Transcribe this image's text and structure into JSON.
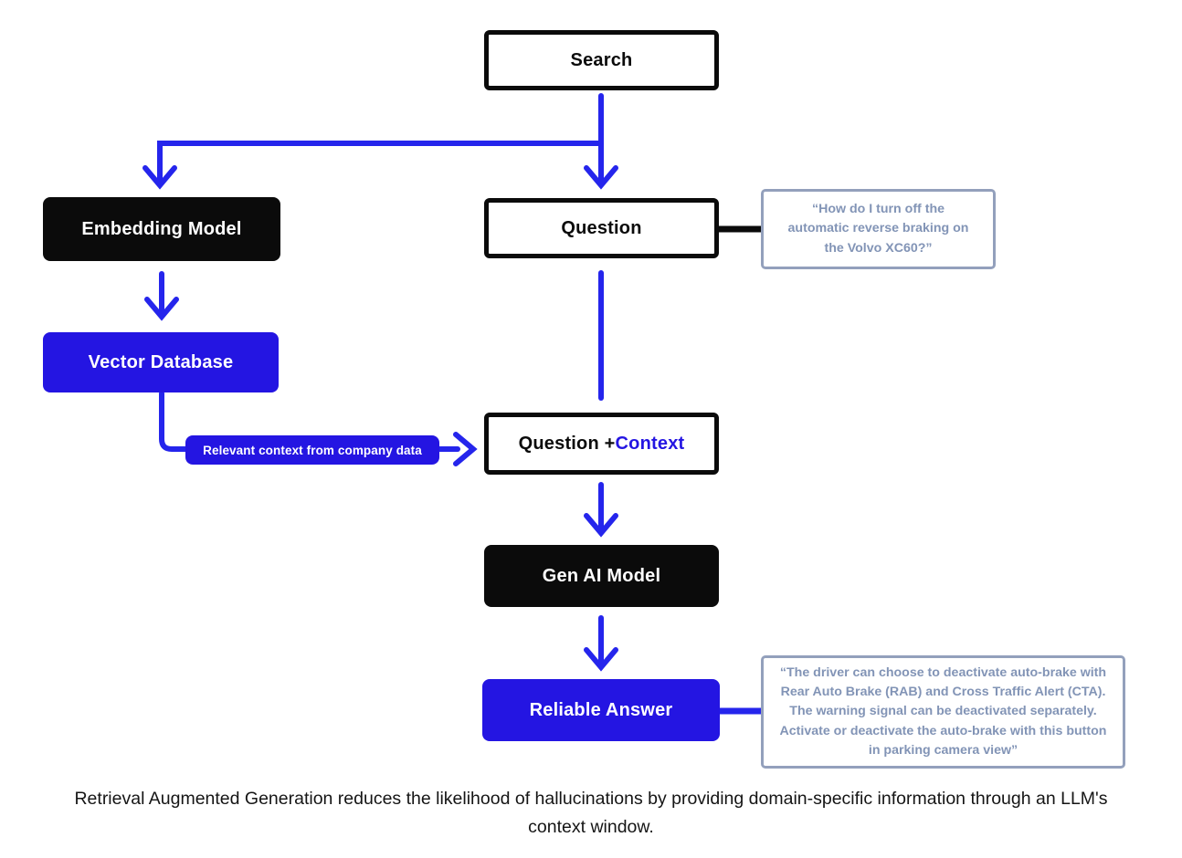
{
  "diagram": {
    "nodes": {
      "search": {
        "label": "Search"
      },
      "embedding_model": {
        "label": "Embedding Model"
      },
      "vector_database": {
        "label": "Vector Database"
      },
      "question": {
        "label": "Question"
      },
      "question_context": {
        "prefix": "Question + ",
        "highlight": "Context"
      },
      "gen_ai_model": {
        "label": "Gen AI Model"
      },
      "reliable_answer": {
        "label": "Reliable Answer"
      }
    },
    "edge_label": "Relevant context from company data",
    "callouts": {
      "question_quote": "“How do I turn off the automatic reverse braking on the Volvo XC60?”",
      "answer_quote": "“The driver can choose to deactivate auto-brake with Rear Auto Brake (RAB) and Cross Traffic Alert (CTA). The warning signal can be deactivated separately. Activate or deactivate the auto-brake with this button in parking camera view”"
    },
    "caption": "Retrieval Augmented Generation reduces the likelihood of hallucinations by providing domain-specific information through an LLM's context window.",
    "colors": {
      "accent_blue": "#2415e2",
      "line_blue": "#2525ec",
      "ink": "#0b0b0b",
      "callout_border": "#93a0bc",
      "callout_text": "#8294b6"
    }
  }
}
